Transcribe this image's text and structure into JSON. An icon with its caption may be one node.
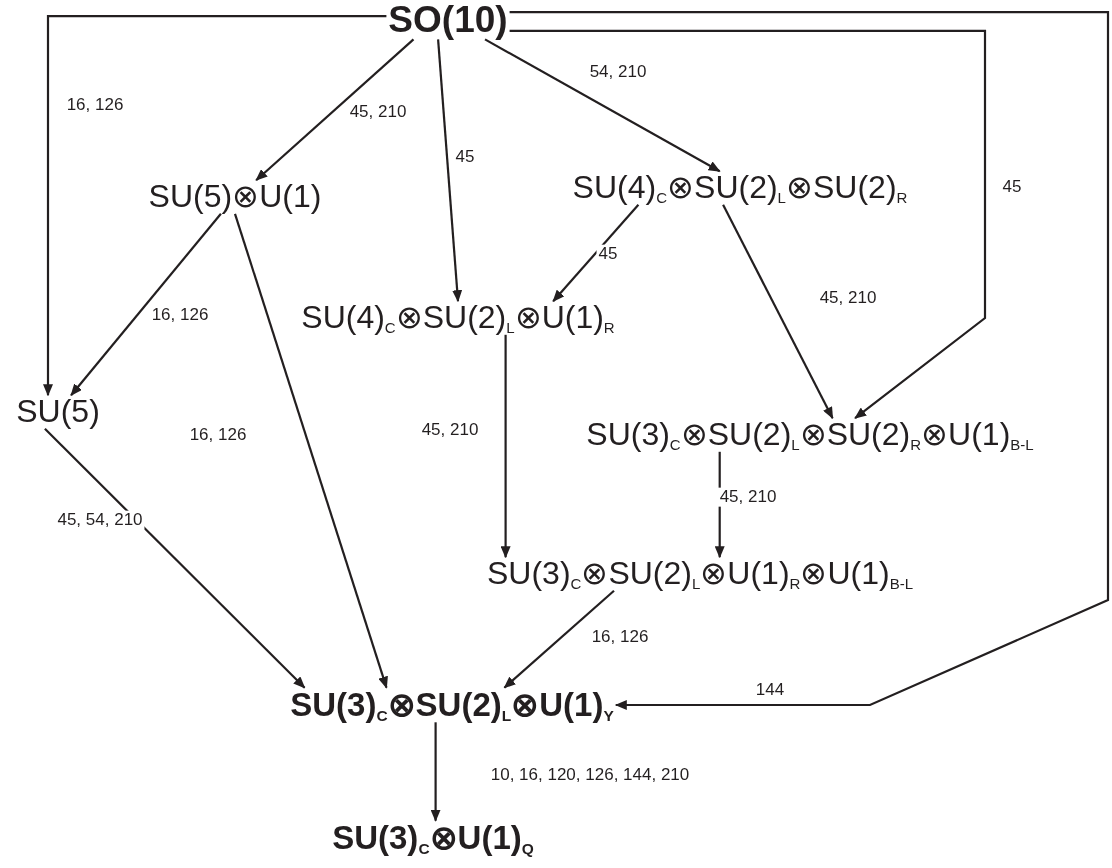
{
  "diagram": {
    "nodes": [
      {
        "text": [
          "SO(10)"
        ]
      },
      {
        "text": [
          "SU(5)⊗U(1)"
        ]
      },
      {
        "text": [
          "SU(4)$_{C}$⊗SU(2)$_{L}$⊗SU(2)$_{R}$"
        ]
      },
      {
        "text": [
          "SU(4)$_{C}$⊗SU(2)$_{L}$⊗U(1)$_{R}$"
        ]
      },
      {
        "text": [
          "SU(5)"
        ]
      },
      {
        "text": [
          "SU(3)$_{C}$⊗SU(2)$_{L}$⊗SU(2)$_{R}$⊗U(1)$_{B-L}$"
        ]
      },
      {
        "text": [
          "SU(3)$_{C}$⊗SU(2)$_{L}$⊗U(1)$_{R}$⊗U(1)$_{B-L}$"
        ]
      },
      {
        "text": [
          "SU(3)$_{C}$⊗SU(2)$_{L}$⊗U(1)$_{Y}$"
        ]
      },
      {
        "text": [
          "SU(3)$_{C}$⊗U(1)$_{Q}$"
        ]
      }
    ],
    "edges": [
      {
        "from": 0,
        "to": 4,
        "arrow": "to",
        "label": "16, 126"
      },
      {
        "from": 0,
        "to": 1,
        "arrow": "to",
        "label": "45, 210"
      },
      {
        "from": 0,
        "to": 3,
        "arrow": "to",
        "label": "45"
      },
      {
        "from": 0,
        "to": 2,
        "arrow": "to",
        "label": "54, 210"
      },
      {
        "from": 0,
        "to": 5,
        "arrow": "to",
        "label": "45"
      },
      {
        "from": 0,
        "to": 7,
        "arrow": "to",
        "label": "144"
      },
      {
        "from": 1,
        "to": 4,
        "arrow": "to",
        "label": "16, 126"
      },
      {
        "from": 1,
        "to": 7,
        "arrow": "to",
        "label": "16, 126"
      },
      {
        "from": 2,
        "to": 3,
        "arrow": "to",
        "label": "45"
      },
      {
        "from": 2,
        "to": 5,
        "arrow": "to",
        "label": "45, 210"
      },
      {
        "from": 3,
        "to": 6,
        "arrow": "to",
        "label": "45, 210"
      },
      {
        "from": 4,
        "to": 7,
        "arrow": "to",
        "label": "45, 54, 210"
      },
      {
        "from": 5,
        "to": 6,
        "arrow": "to",
        "label": "45, 210"
      },
      {
        "from": 6,
        "to": 7,
        "arrow": "to",
        "label": "16, 126"
      },
      {
        "from": 7,
        "to": 8,
        "arrow": "to",
        "label": "10, 16, 120, 126, 144, 210"
      }
    ]
  }
}
